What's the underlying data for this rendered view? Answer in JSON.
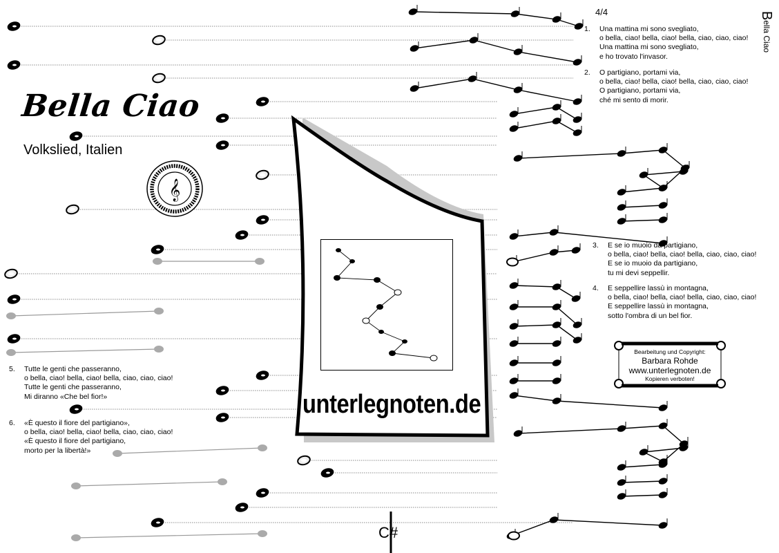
{
  "title": "Bella Ciao",
  "subtitle": "Volkslied, Italien",
  "side_title": {
    "first": "B",
    "rest": "ella Ciao"
  },
  "time_signature": "4/4",
  "verses": [
    {
      "num": "1.",
      "lines": [
        "Una mattina mi sono svegliato,",
        "o bella, ciao! bella, ciao! bella, ciao, ciao, ciao!",
        "Una mattina mi sono svegliato,",
        "e ho trovato l'invasor."
      ]
    },
    {
      "num": "2.",
      "lines": [
        "O partigiano, portami via,",
        "o bella, ciao! bella, ciao! bella, ciao, ciao, ciao!",
        "O partigiano, portami via,",
        "ché mi sento di morir."
      ]
    },
    {
      "num": "3.",
      "lines": [
        "E se io muoio da partigiano,",
        "o bella, ciao! bella, ciao! bella, ciao, ciao, ciao!",
        "E se io muoio da partigiano,",
        "tu mi devi seppellir."
      ]
    },
    {
      "num": "4.",
      "lines": [
        "E seppellire lassù in montagna,",
        "o bella, ciao! bella, ciao! bella, ciao, ciao, ciao!",
        "E seppellire lassù in montagna,",
        "sotto l'ombra di un bel fior."
      ]
    },
    {
      "num": "5.",
      "lines": [
        "Tutte le genti che passeranno,",
        "o bella, ciao! bella, ciao! bella, ciao, ciao, ciao!",
        "Tutte le genti che passeranno,",
        "Mi diranno «Che bel fior!»"
      ]
    },
    {
      "num": "6.",
      "lines": [
        "«È questo il fiore del partigiano»,",
        "o bella, ciao! bella, ciao! bella, ciao, ciao, ciao!",
        "«È questo il fiore del partigiano,",
        "morto per la libertà!»"
      ]
    }
  ],
  "brand": "unterlegnoten.de",
  "copyright": {
    "label": "Bearbeitung und Copyright:",
    "author": "Barbara Rohde",
    "site": "www.unterlegnoten.de",
    "notice": "Kopieren verboten!"
  },
  "key_signature": "C#",
  "seal_text": "NUR ORIGINAL AUF ELFENBEINFARBENEM PAPIER VIELEN DANK FÜRS"
}
